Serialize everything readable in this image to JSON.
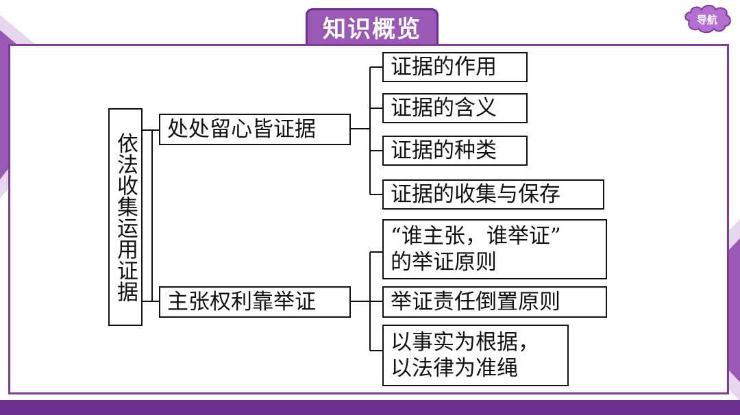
{
  "title": "知识概览",
  "nav": {
    "label": "导航"
  },
  "colors": {
    "accent": "#9b59b6",
    "dark": "#6b2f8f",
    "light": "#c9a7da"
  },
  "root": "依法收集运用证据",
  "branches": [
    {
      "label": "处处留心皆证据",
      "children": [
        "证据的作用",
        "证据的含义",
        "证据的种类",
        "证据的收集与保存"
      ]
    },
    {
      "label": "主张权利靠举证",
      "children": [
        [
          "“谁主张，谁举证”",
          "的举证原则"
        ],
        [
          "举证责任倒置原则"
        ],
        [
          "以事实为根据，",
          "以法律为准绳"
        ]
      ]
    }
  ]
}
